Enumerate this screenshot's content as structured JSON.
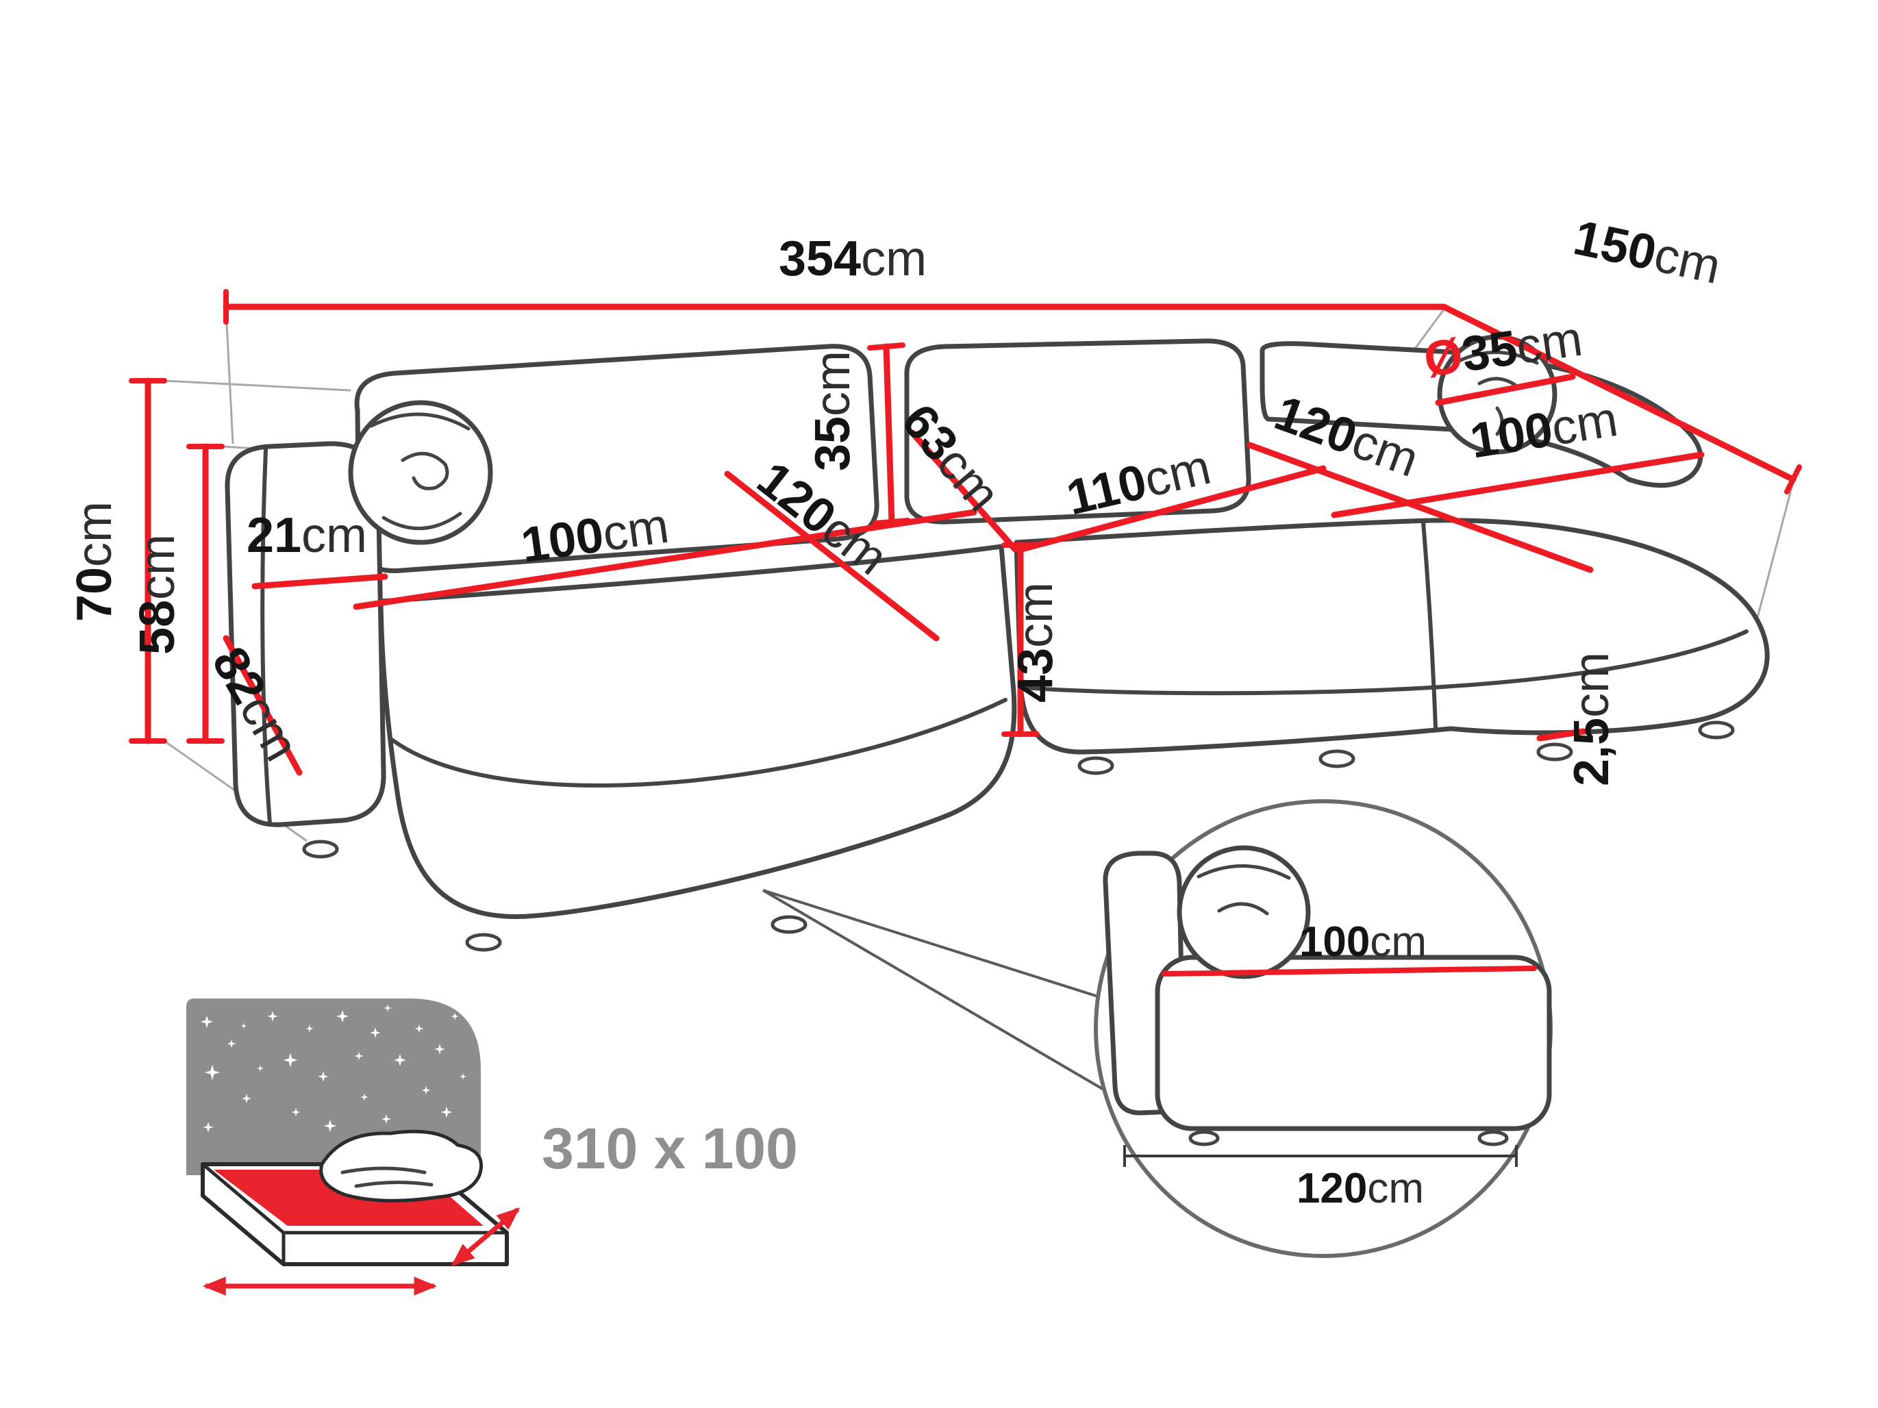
{
  "diagram_type": "corner-sofa-dimension-diagram",
  "colors": {
    "dimension_line_red": "#ed1c24",
    "sofa_outline_gray": "#444444",
    "text_black": "#141414",
    "muted_gray": "#8f8f8f",
    "headboard_gray": "#8d8d8d",
    "sheet_red": "#e8232e"
  },
  "icons": {
    "sleeping_function": "bed-with-stars-icon",
    "stars": "star-icon",
    "diameter_symbol": "Ø"
  },
  "dimensions": {
    "overall_width": {
      "value": "354",
      "unit": "cm"
    },
    "overall_depth": {
      "value": "150",
      "unit": "cm"
    },
    "total_height": {
      "value": "70",
      "unit": "cm"
    },
    "backrest_height": {
      "value": "58",
      "unit": "cm"
    },
    "armrest_width": {
      "value": "21",
      "unit": "cm"
    },
    "armrest_depth": {
      "value": "82",
      "unit": "cm"
    },
    "seat_depth": {
      "value": "100",
      "unit": "cm"
    },
    "seat_width_left": {
      "value": "120",
      "unit": "cm"
    },
    "back_cushion_height": {
      "value": "35",
      "unit": "cm"
    },
    "backrest_depth": {
      "value": "63",
      "unit": "cm"
    },
    "seat_width_middle": {
      "value": "110",
      "unit": "cm"
    },
    "seat_height": {
      "value": "43",
      "unit": "cm"
    },
    "pillow_diameter": {
      "prefix": "Ø",
      "value": "35",
      "unit": "cm"
    },
    "chaise_length": {
      "value": "120",
      "unit": "cm"
    },
    "chaise_width": {
      "value": "100",
      "unit": "cm"
    },
    "leg_height": {
      "value": "2,5",
      "unit": "cm"
    }
  },
  "detail_inset": {
    "module_width": {
      "value": "100",
      "unit": "cm"
    },
    "module_length": {
      "value": "120",
      "unit": "cm"
    }
  },
  "sleeping_function": {
    "label": "310 x 100"
  }
}
